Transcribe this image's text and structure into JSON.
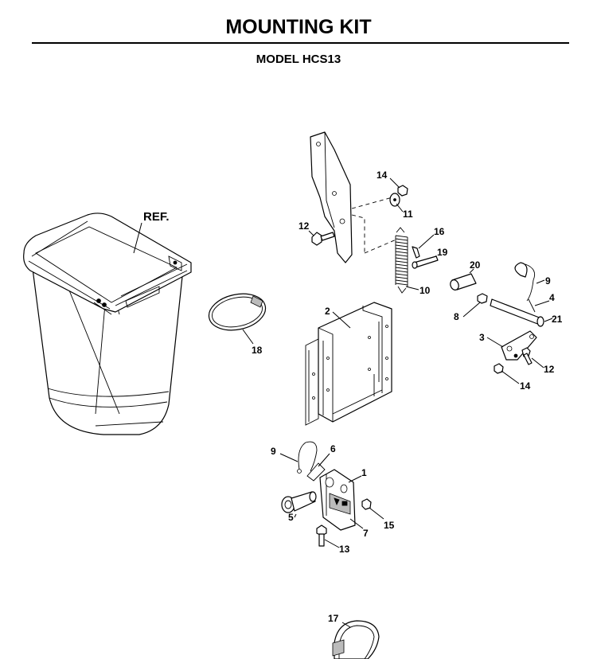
{
  "header": {
    "title": "MOUNTING KIT",
    "subtitle": "MODEL HCS13"
  },
  "reference_label": "REF.",
  "callouts": {
    "c1": "1",
    "c2": "2",
    "c3": "3",
    "c4": "4",
    "c5": "5",
    "c6": "6",
    "c7": "7",
    "c8": "8",
    "c9a": "9",
    "c9b": "9",
    "c10": "10",
    "c11": "11",
    "c12a": "12",
    "c12b": "12",
    "c13": "13",
    "c14a": "14",
    "c14b": "14",
    "c15": "15",
    "c16": "16",
    "c17": "17",
    "c18": "18",
    "c19": "19",
    "c20": "20",
    "c21": "21"
  }
}
